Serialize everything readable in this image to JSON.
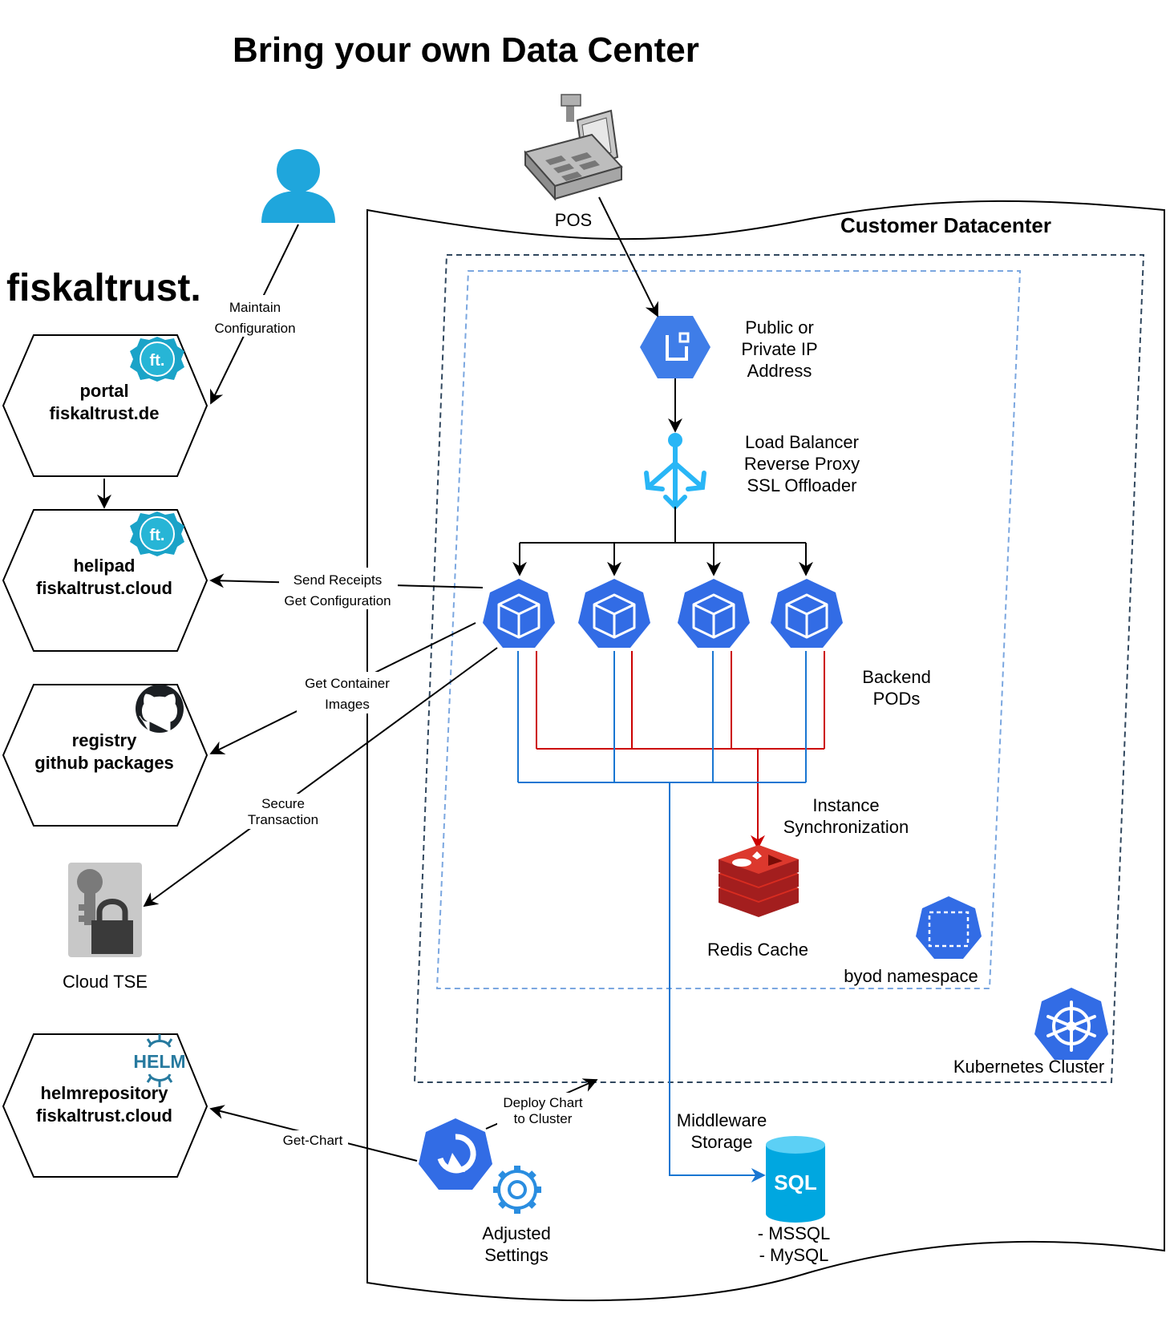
{
  "title": "Bring your own Data Center",
  "brand": {
    "logo_text": "fiskaltrust."
  },
  "datacenter": {
    "label": "Customer Datacenter"
  },
  "kubernetes": {
    "label": "Kubernetes Cluster"
  },
  "namespace": {
    "label": "byod namespace"
  },
  "pos": {
    "label": "POS"
  },
  "ip": {
    "lines": [
      "Public or",
      "Private IP",
      "Address"
    ]
  },
  "load_balancer": {
    "lines": [
      "Load Balancer",
      "Reverse Proxy",
      "SSL Offloader"
    ]
  },
  "backend": {
    "lines": [
      "Backend",
      "PODs"
    ]
  },
  "sync": {
    "lines": [
      "Instance",
      "Synchronization"
    ]
  },
  "redis": {
    "label": "Redis Cache"
  },
  "storage": {
    "lines": [
      "Middleware",
      "Storage"
    ],
    "options": [
      "- MSSQL",
      "- MySQL"
    ],
    "sql_label": "SQL"
  },
  "settings": {
    "lines": [
      "Adjusted",
      "Settings"
    ]
  },
  "cloud_tse": {
    "label": "Cloud TSE"
  },
  "services": {
    "portal": {
      "lines": [
        "portal",
        "fiskaltrust.de"
      ],
      "badge": "ft."
    },
    "helipad": {
      "lines": [
        "helipad",
        "fiskaltrust.cloud"
      ],
      "badge": "ft."
    },
    "registry": {
      "lines": [
        "registry",
        "github packages"
      ]
    },
    "helm": {
      "lines": [
        "helmrepository",
        "fiskaltrust.cloud"
      ],
      "badge": "HELM"
    }
  },
  "edges": {
    "maintain": [
      "Maintain",
      "Configuration"
    ],
    "send_receipts": [
      "Send Receipts",
      "Get Configuration"
    ],
    "container": [
      "Get Container",
      "Images"
    ],
    "secure": [
      "Secure",
      "Transaction"
    ],
    "deploy": [
      "Deploy Chart",
      "to Cluster"
    ],
    "get_chart": [
      "Get-Chart"
    ]
  },
  "colors": {
    "k8s_blue": "#326ce5",
    "cyan": "#29b6f6",
    "redis_red": "#c62828",
    "sync_red": "#cc0000",
    "link_blue": "#1976d2",
    "dashed_dark": "#30475e",
    "dashed_light": "#7ba7e0",
    "badge_teal": "#1aa3c8"
  }
}
